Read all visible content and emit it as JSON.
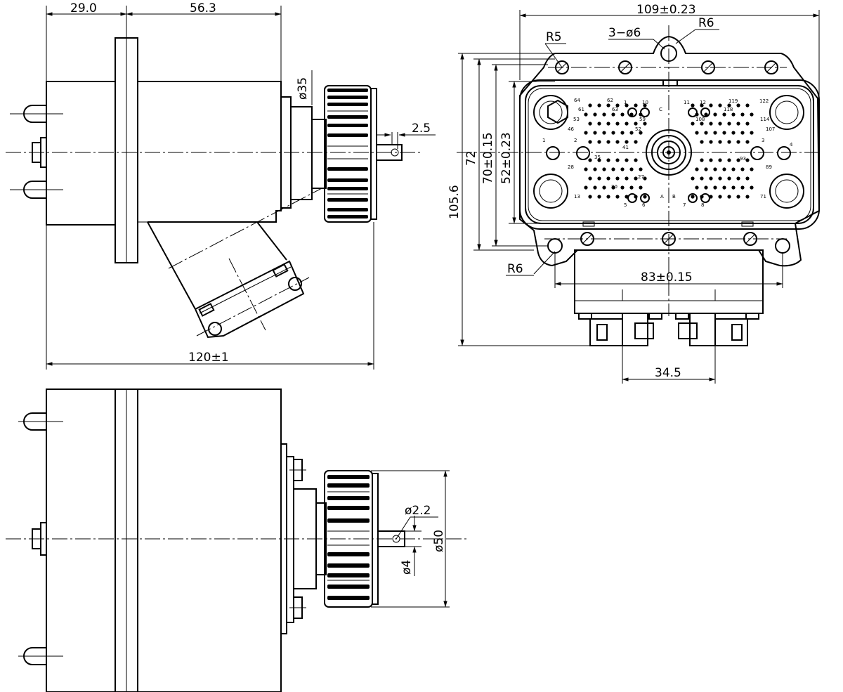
{
  "dimensions": {
    "side_flange_offset": "29.0",
    "side_body_length": "56.3",
    "side_nut_diameter": "ø35",
    "side_shaft_offset": "2.5",
    "side_overall_length": "120±1",
    "front_width": "109±0.23",
    "front_corner_radius_top": "R5",
    "front_mount_holes": "3−ø6",
    "front_tab_radius": "R6",
    "front_height_72": "72",
    "front_height_70": "70±0.15",
    "front_height_52": "52±0.23",
    "front_height_total": "105.6",
    "front_radius_bottom": "R6",
    "front_hole_spacing": "83±0.15",
    "front_plug_spacing": "34.5",
    "bottom_pin_diameter": "ø2.2",
    "bottom_shaft_diameter": "ø4",
    "bottom_nut_diameter": "ø50"
  },
  "pin_labels": [
    {
      "t": "64"
    },
    {
      "t": "62"
    },
    {
      "t": "1"
    },
    {
      "t": "10"
    },
    {
      "t": "C"
    },
    {
      "t": "11"
    },
    {
      "t": "12"
    },
    {
      "t": "119"
    },
    {
      "t": "122"
    },
    {
      "t": "61"
    },
    {
      "t": "63"
    },
    {
      "t": "53"
    },
    {
      "t": "59"
    },
    {
      "t": "108"
    },
    {
      "t": "118"
    },
    {
      "t": "114"
    },
    {
      "t": "46"
    },
    {
      "t": "52"
    },
    {
      "t": "107"
    },
    {
      "t": "1"
    },
    {
      "t": "2"
    },
    {
      "t": "3"
    },
    {
      "t": "4"
    },
    {
      "t": "28"
    },
    {
      "t": "35"
    },
    {
      "t": "41"
    },
    {
      "t": "93"
    },
    {
      "t": "89"
    },
    {
      "t": "27"
    },
    {
      "t": "13"
    },
    {
      "t": "20"
    },
    {
      "t": "5"
    },
    {
      "t": "6"
    },
    {
      "t": "A"
    },
    {
      "t": "B"
    },
    {
      "t": "7"
    },
    {
      "t": "8"
    },
    {
      "t": "71"
    }
  ]
}
